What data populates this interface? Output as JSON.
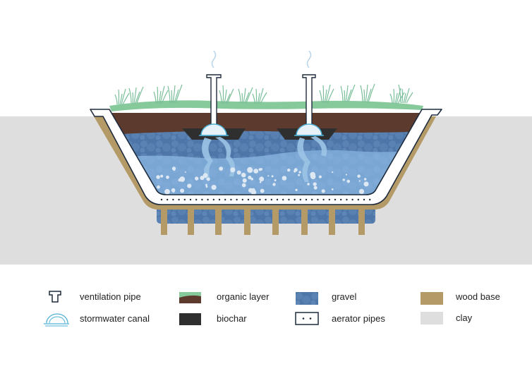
{
  "title": "Stormwater bioretention bed cross-section",
  "colors": {
    "background": "#ffffff",
    "clay": "#dedede",
    "wood_base": "#b49a66",
    "organic_top": "#86c99b",
    "organic_soil": "#5c3b2e",
    "biochar": "#2f2f2f",
    "gravel_dark": "#4f76a8",
    "gravel_light": "#7aa6d4",
    "water_light": "#9cc4e6",
    "liner_outline": "#1e2b3c",
    "pipe_white": "#ffffff",
    "canal_blue": "#4fb0d6",
    "grass": "#7bbf9a"
  },
  "legend": [
    {
      "key": "ventilation-pipe",
      "label": "ventilation pipe"
    },
    {
      "key": "stormwater-canal",
      "label": "stormwater canal"
    },
    {
      "key": "organic-layer",
      "label": "organic layer"
    },
    {
      "key": "biochar",
      "label": "biochar"
    },
    {
      "key": "gravel",
      "label": "gravel"
    },
    {
      "key": "aerator-pipes",
      "label": "aerator pipes"
    },
    {
      "key": "wood-base",
      "label": "wood base"
    },
    {
      "key": "clay",
      "label": "clay"
    }
  ]
}
